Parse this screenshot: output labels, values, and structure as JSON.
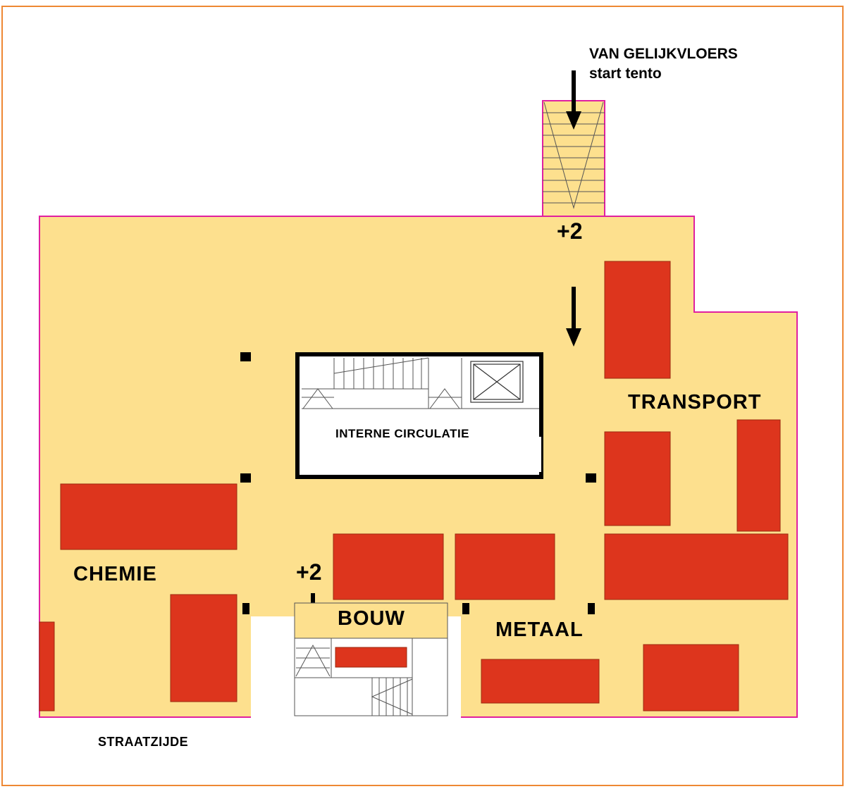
{
  "colors": {
    "floor": "#fde08e",
    "booth": "#dd351d",
    "outline": "#e020a0",
    "frame": "#ee8833",
    "ink": "#000000"
  },
  "labels": {
    "entry_line1": "VAN GELIJKVLOERS",
    "entry_line2": "start tento",
    "level_top": "+2",
    "level_bottom": "+2",
    "transport": "TRANSPORT",
    "chemie": "CHEMIE",
    "metaal": "METAAL",
    "bouw": "BOUW",
    "interne": "INTERNE CIRCULATIE",
    "straatzijde": "STRAATZIJDE"
  },
  "icons": [
    "down-arrow-icon",
    "right-arrow-icon",
    "up-arrow-icon",
    "elevator-icon",
    "staircase-icon"
  ]
}
